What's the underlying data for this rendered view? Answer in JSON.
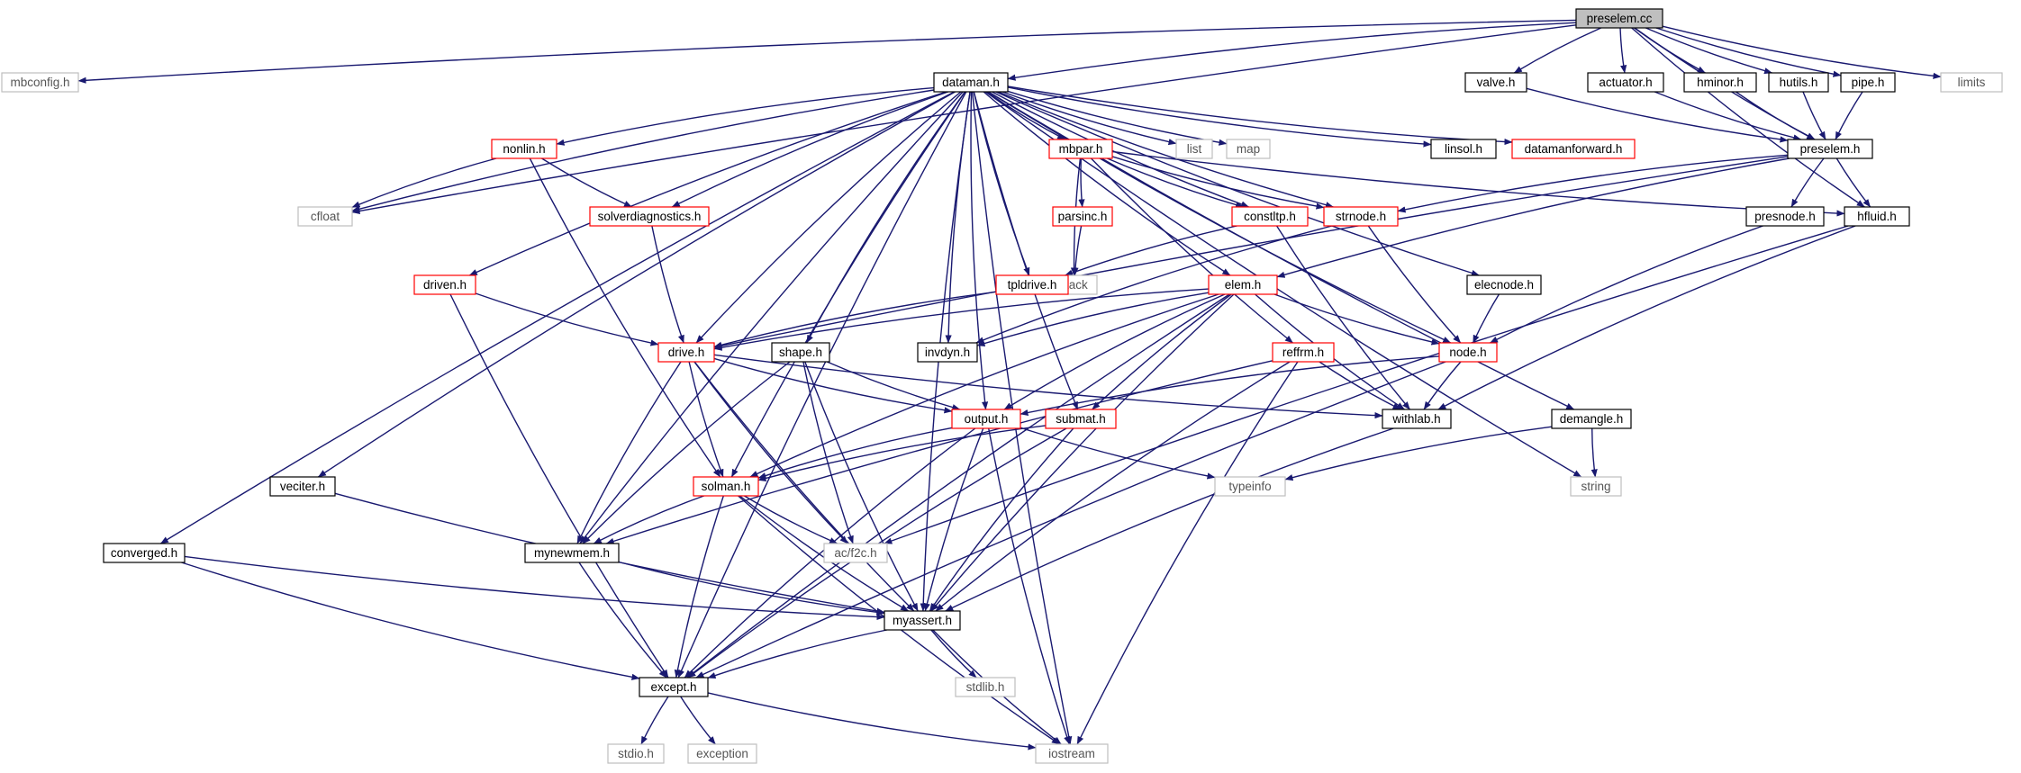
{
  "diagram": {
    "nodes": [
      {
        "id": "preselem_cc",
        "label": "preselem.cc",
        "style": "root"
      },
      {
        "id": "mbconfig_h",
        "label": "mbconfig.h",
        "style": "external"
      },
      {
        "id": "dataman_h",
        "label": "dataman.h",
        "style": "normal"
      },
      {
        "id": "valve_h",
        "label": "valve.h",
        "style": "normal"
      },
      {
        "id": "actuator_h",
        "label": "actuator.h",
        "style": "normal"
      },
      {
        "id": "hminor_h",
        "label": "hminor.h",
        "style": "normal"
      },
      {
        "id": "hutils_h",
        "label": "hutils.h",
        "style": "normal"
      },
      {
        "id": "pipe_h",
        "label": "pipe.h",
        "style": "normal"
      },
      {
        "id": "limits",
        "label": "limits",
        "style": "external"
      },
      {
        "id": "nonlin_h",
        "label": "nonlin.h",
        "style": "linked"
      },
      {
        "id": "mbpar_h",
        "label": "mbpar.h",
        "style": "linked"
      },
      {
        "id": "list",
        "label": "list",
        "style": "external"
      },
      {
        "id": "map",
        "label": "map",
        "style": "external"
      },
      {
        "id": "linsol_h",
        "label": "linsol.h",
        "style": "normal"
      },
      {
        "id": "datamanforward_h",
        "label": "datamanforward.h",
        "style": "linked"
      },
      {
        "id": "preselem_h",
        "label": "preselem.h",
        "style": "normal"
      },
      {
        "id": "cfloat",
        "label": "cfloat",
        "style": "external"
      },
      {
        "id": "solverdiagnostics_h",
        "label": "solverdiagnostics.h",
        "style": "linked"
      },
      {
        "id": "parsinc_h",
        "label": "parsinc.h",
        "style": "linked"
      },
      {
        "id": "constltp_h",
        "label": "constltp.h",
        "style": "linked"
      },
      {
        "id": "strnode_h",
        "label": "strnode.h",
        "style": "linked"
      },
      {
        "id": "presnode_h",
        "label": "presnode.h",
        "style": "normal"
      },
      {
        "id": "hfluid_h",
        "label": "hfluid.h",
        "style": "normal"
      },
      {
        "id": "driven_h",
        "label": "driven.h",
        "style": "linked"
      },
      {
        "id": "stack",
        "label": "stack",
        "style": "external"
      },
      {
        "id": "tpldrive_h",
        "label": "tpldrive.h",
        "style": "linked"
      },
      {
        "id": "elem_h",
        "label": "elem.h",
        "style": "linked"
      },
      {
        "id": "elecnode_h",
        "label": "elecnode.h",
        "style": "normal"
      },
      {
        "id": "drive_h",
        "label": "drive.h",
        "style": "linked"
      },
      {
        "id": "shape_h",
        "label": "shape.h",
        "style": "normal"
      },
      {
        "id": "invdyn_h",
        "label": "invdyn.h",
        "style": "normal"
      },
      {
        "id": "reffrm_h",
        "label": "reffrm.h",
        "style": "linked"
      },
      {
        "id": "node_h",
        "label": "node.h",
        "style": "linked"
      },
      {
        "id": "output_h",
        "label": "output.h",
        "style": "linked"
      },
      {
        "id": "submat_h",
        "label": "submat.h",
        "style": "linked"
      },
      {
        "id": "withlab_h",
        "label": "withlab.h",
        "style": "normal"
      },
      {
        "id": "demangle_h",
        "label": "demangle.h",
        "style": "normal"
      },
      {
        "id": "veciter_h",
        "label": "veciter.h",
        "style": "normal"
      },
      {
        "id": "solman_h",
        "label": "solman.h",
        "style": "linked"
      },
      {
        "id": "typeinfo",
        "label": "typeinfo",
        "style": "external"
      },
      {
        "id": "string",
        "label": "string",
        "style": "external"
      },
      {
        "id": "converged_h",
        "label": "converged.h",
        "style": "normal"
      },
      {
        "id": "mynewmem_h",
        "label": "mynewmem.h",
        "style": "normal"
      },
      {
        "id": "ac_f2c_h",
        "label": "ac/f2c.h",
        "style": "external"
      },
      {
        "id": "myassert_h",
        "label": "myassert.h",
        "style": "normal"
      },
      {
        "id": "stdlib_h",
        "label": "stdlib.h",
        "style": "external"
      },
      {
        "id": "except_h",
        "label": "except.h",
        "style": "normal"
      },
      {
        "id": "stdio_h",
        "label": "stdio.h",
        "style": "external"
      },
      {
        "id": "exception",
        "label": "exception",
        "style": "external"
      },
      {
        "id": "iostream",
        "label": "iostream",
        "style": "external"
      }
    ],
    "edges": [
      [
        "preselem_cc",
        "mbconfig_h"
      ],
      [
        "preselem_cc",
        "dataman_h"
      ],
      [
        "preselem_cc",
        "valve_h"
      ],
      [
        "preselem_cc",
        "actuator_h"
      ],
      [
        "preselem_cc",
        "hminor_h"
      ],
      [
        "preselem_cc",
        "hutils_h"
      ],
      [
        "preselem_cc",
        "pipe_h"
      ],
      [
        "preselem_cc",
        "limits"
      ],
      [
        "preselem_cc",
        "preselem_h"
      ],
      [
        "preselem_cc",
        "cfloat"
      ],
      [
        "preselem_cc",
        "hfluid_h"
      ],
      [
        "valve_h",
        "preselem_h"
      ],
      [
        "actuator_h",
        "preselem_h"
      ],
      [
        "hminor_h",
        "preselem_h"
      ],
      [
        "hutils_h",
        "preselem_h"
      ],
      [
        "pipe_h",
        "preselem_h"
      ],
      [
        "preselem_h",
        "strnode_h"
      ],
      [
        "preselem_h",
        "presnode_h"
      ],
      [
        "preselem_h",
        "hfluid_h"
      ],
      [
        "preselem_h",
        "elem_h"
      ],
      [
        "preselem_h",
        "drive_h"
      ],
      [
        "presnode_h",
        "node_h"
      ],
      [
        "hfluid_h",
        "withlab_h"
      ],
      [
        "hfluid_h",
        "ac_f2c_h"
      ],
      [
        "dataman_h",
        "nonlin_h"
      ],
      [
        "dataman_h",
        "mbpar_h"
      ],
      [
        "dataman_h",
        "list"
      ],
      [
        "dataman_h",
        "map"
      ],
      [
        "dataman_h",
        "linsol_h"
      ],
      [
        "dataman_h",
        "datamanforward_h"
      ],
      [
        "dataman_h",
        "cfloat"
      ],
      [
        "dataman_h",
        "solverdiagnostics_h"
      ],
      [
        "dataman_h",
        "constltp_h"
      ],
      [
        "dataman_h",
        "strnode_h"
      ],
      [
        "dataman_h",
        "driven_h"
      ],
      [
        "dataman_h",
        "tpldrive_h"
      ],
      [
        "dataman_h",
        "elem_h"
      ],
      [
        "dataman_h",
        "elecnode_h"
      ],
      [
        "dataman_h",
        "drive_h"
      ],
      [
        "dataman_h",
        "shape_h"
      ],
      [
        "dataman_h",
        "invdyn_h"
      ],
      [
        "dataman_h",
        "node_h"
      ],
      [
        "dataman_h",
        "output_h"
      ],
      [
        "dataman_h",
        "submat_h"
      ],
      [
        "dataman_h",
        "demangle_h"
      ],
      [
        "dataman_h",
        "veciter_h"
      ],
      [
        "dataman_h",
        "solman_h"
      ],
      [
        "dataman_h",
        "string"
      ],
      [
        "dataman_h",
        "converged_h"
      ],
      [
        "dataman_h",
        "mynewmem_h"
      ],
      [
        "dataman_h",
        "myassert_h"
      ],
      [
        "dataman_h",
        "except_h"
      ],
      [
        "dataman_h",
        "iostream"
      ],
      [
        "nonlin_h",
        "cfloat"
      ],
      [
        "nonlin_h",
        "solverdiagnostics_h"
      ],
      [
        "nonlin_h",
        "solman_h"
      ],
      [
        "mbpar_h",
        "parsinc_h"
      ],
      [
        "mbpar_h",
        "constltp_h"
      ],
      [
        "mbpar_h",
        "strnode_h"
      ],
      [
        "mbpar_h",
        "stack"
      ],
      [
        "mbpar_h",
        "reffrm_h"
      ],
      [
        "mbpar_h",
        "hfluid_h"
      ],
      [
        "parsinc_h",
        "stack"
      ],
      [
        "constltp_h",
        "tpldrive_h"
      ],
      [
        "constltp_h",
        "withlab_h"
      ],
      [
        "strnode_h",
        "invdyn_h"
      ],
      [
        "strnode_h",
        "node_h"
      ],
      [
        "solverdiagnostics_h",
        "drive_h"
      ],
      [
        "driven_h",
        "drive_h"
      ],
      [
        "driven_h",
        "except_h"
      ],
      [
        "tpldrive_h",
        "drive_h"
      ],
      [
        "elem_h",
        "drive_h"
      ],
      [
        "elem_h",
        "invdyn_h"
      ],
      [
        "elem_h",
        "node_h"
      ],
      [
        "elem_h",
        "withlab_h"
      ],
      [
        "elem_h",
        "output_h"
      ],
      [
        "elem_h",
        "submat_h"
      ],
      [
        "elem_h",
        "solman_h"
      ],
      [
        "elem_h",
        "myassert_h"
      ],
      [
        "elem_h",
        "except_h"
      ],
      [
        "elecnode_h",
        "node_h"
      ],
      [
        "drive_h",
        "output_h"
      ],
      [
        "drive_h",
        "withlab_h"
      ],
      [
        "drive_h",
        "solman_h"
      ],
      [
        "drive_h",
        "mynewmem_h"
      ],
      [
        "drive_h",
        "ac_f2c_h"
      ],
      [
        "drive_h",
        "myassert_h"
      ],
      [
        "shape_h",
        "output_h"
      ],
      [
        "shape_h",
        "mynewmem_h"
      ],
      [
        "shape_h",
        "ac_f2c_h"
      ],
      [
        "shape_h",
        "myassert_h"
      ],
      [
        "reffrm_h",
        "withlab_h"
      ],
      [
        "reffrm_h",
        "mynewmem_h"
      ],
      [
        "reffrm_h",
        "myassert_h"
      ],
      [
        "reffrm_h",
        "iostream"
      ],
      [
        "node_h",
        "output_h"
      ],
      [
        "node_h",
        "withlab_h"
      ],
      [
        "node_h",
        "except_h"
      ],
      [
        "output_h",
        "solman_h"
      ],
      [
        "output_h",
        "typeinfo"
      ],
      [
        "output_h",
        "myassert_h"
      ],
      [
        "output_h",
        "except_h"
      ],
      [
        "output_h",
        "iostream"
      ],
      [
        "submat_h",
        "solman_h"
      ],
      [
        "submat_h",
        "myassert_h"
      ],
      [
        "submat_h",
        "except_h"
      ],
      [
        "withlab_h",
        "myassert_h"
      ],
      [
        "demangle_h",
        "typeinfo"
      ],
      [
        "demangle_h",
        "string"
      ],
      [
        "veciter_h",
        "myassert_h"
      ],
      [
        "solman_h",
        "mynewmem_h"
      ],
      [
        "solman_h",
        "ac_f2c_h"
      ],
      [
        "solman_h",
        "myassert_h"
      ],
      [
        "solman_h",
        "except_h"
      ],
      [
        "solman_h",
        "iostream"
      ],
      [
        "converged_h",
        "myassert_h"
      ],
      [
        "converged_h",
        "except_h"
      ],
      [
        "mynewmem_h",
        "myassert_h"
      ],
      [
        "mynewmem_h",
        "except_h"
      ],
      [
        "myassert_h",
        "stdlib_h"
      ],
      [
        "myassert_h",
        "except_h"
      ],
      [
        "myassert_h",
        "iostream"
      ],
      [
        "except_h",
        "stdio_h"
      ],
      [
        "except_h",
        "exception"
      ],
      [
        "except_h",
        "iostream"
      ]
    ]
  },
  "colors": {
    "edge": "#191970",
    "root_fill": "#bfbfbf",
    "normal_border": "#000000",
    "linked_border": "#ff0000",
    "external_border": "#bfbfbf",
    "external_text": "#555555",
    "text": "#000000"
  }
}
